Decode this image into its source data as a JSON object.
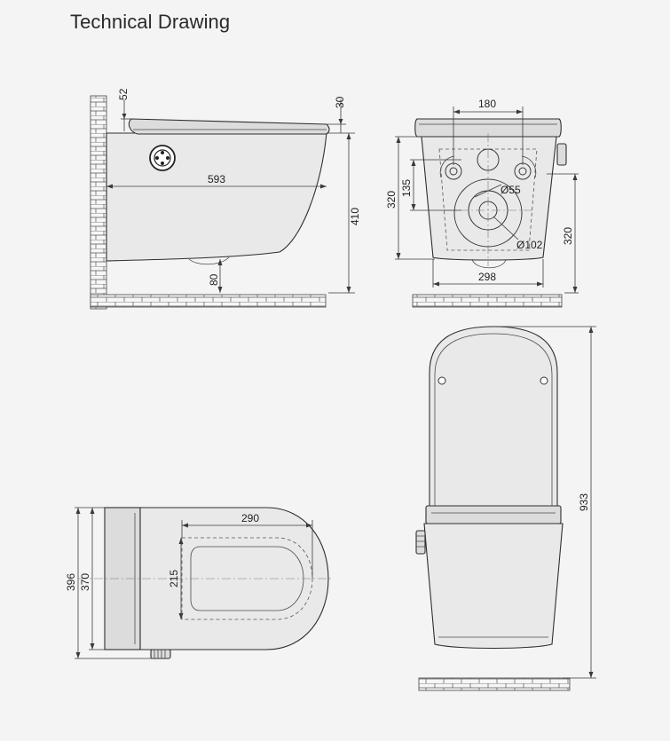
{
  "title": "Technical Drawing",
  "dimensions": {
    "side_seat_thickness": "52",
    "side_lid_thickness": "30",
    "side_length": "593",
    "side_height": "410",
    "side_bottom": "80",
    "front_top_width": "180",
    "front_hole_height": "135",
    "front_height_left": "320",
    "front_pipe": "Ø55",
    "front_outlet": "Ø102",
    "front_height_right": "320",
    "front_bottom_width": "298",
    "top_width_outer": "396",
    "top_width_inner": "370",
    "top_seat_length": "290",
    "top_seat_width": "215",
    "front_total_height": "933"
  }
}
